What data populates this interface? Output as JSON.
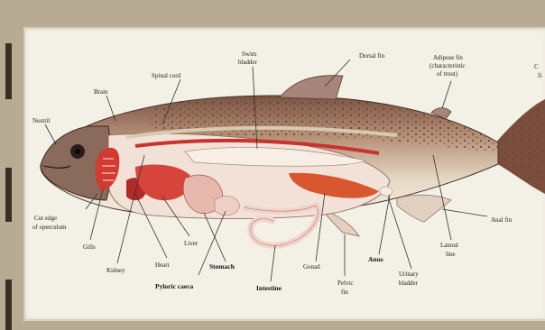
{
  "diagram": {
    "labels": {
      "nostril": "Nostril",
      "brain": "Brain",
      "spinal_cord": "Spinal cord",
      "swim_bladder_line1": "Swim",
      "swim_bladder_line2": "bladder",
      "dorsal_fin": "Dorsal fin",
      "adipose_line1": "Adipose fin",
      "adipose_line2": "(characteristic",
      "adipose_line3": "of trout)",
      "cut_edge_line1": "Cut edge",
      "cut_edge_line2": "of operculum",
      "gills": "Gills",
      "kidney": "Kidney",
      "heart": "Heart",
      "liver": "Liver",
      "pyloric_caeca": "Pyloric caeca",
      "stomach": "Stomach",
      "intestine": "Intestine",
      "gonad": "Gonad",
      "pelvic_fin_line1": "Pelvic",
      "pelvic_fin_line2": "fin",
      "anus": "Anus",
      "urinary_bladder_line1": "Urinary",
      "urinary_bladder_line2": "bladder",
      "lateral_line_line1": "Lateral",
      "lateral_line_line2": "line",
      "anal_fin": "Anal fin",
      "caudal_partial_line1": "C",
      "caudal_partial_line2": "fi"
    },
    "colors": {
      "background": "#b7ab93",
      "panel": "#f3f0e6",
      "fish_skin": "#d8c7b0",
      "fish_dark": "#6b4a3a",
      "organ_red": "#c9322c",
      "organ_light": "#f2d6cf"
    }
  }
}
